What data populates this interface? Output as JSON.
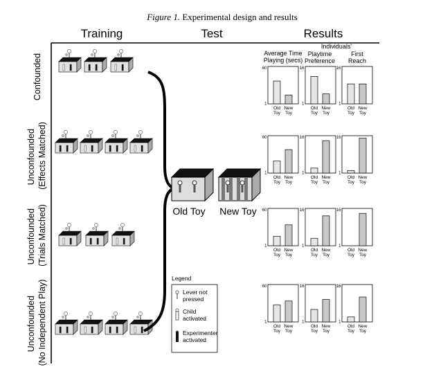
{
  "caption": {
    "prefix": "Figure 1.",
    "text": " Experimental design and results"
  },
  "columns": {
    "training": "Training",
    "test": "Test",
    "results": "Results"
  },
  "row_labels": [
    {
      "lines": [
        "Confounded"
      ]
    },
    {
      "lines": [
        "Unconfounded",
        "(Effects Matched)"
      ]
    },
    {
      "lines": [
        "Unconfounded",
        "(Trials Matched)"
      ]
    },
    {
      "lines": [
        "Unconfounded",
        "(No Independent Play)"
      ]
    }
  ],
  "result_headers": {
    "time": [
      "Average Time",
      "Playing (secs)"
    ],
    "top": "Individuals'",
    "pref": [
      "Playtime",
      "Preference"
    ],
    "reach": [
      "First",
      "Reach"
    ]
  },
  "test_toys": {
    "old": "Old Toy",
    "new": "New Toy"
  },
  "legend": {
    "title": "Legend",
    "items": [
      {
        "lines": [
          "Lever not",
          "pressed"
        ]
      },
      {
        "lines": [
          "Child",
          "activated"
        ]
      },
      {
        "lines": [
          "Experimenter",
          "activated"
        ]
      }
    ]
  },
  "chart_data": [
    {
      "type": "bar",
      "panel": "Confounded - Average Time Playing (secs)",
      "categories": [
        "Old Toy",
        "New Toy"
      ],
      "values": [
        37,
        15
      ],
      "ylim": [
        1,
        60
      ],
      "yticks": [
        "60",
        "1"
      ]
    },
    {
      "type": "bar",
      "panel": "Confounded - Playtime Preference",
      "categories": [
        "Old Toy",
        "New Toy"
      ],
      "values": [
        12,
        5
      ],
      "ylim": [
        1,
        16
      ],
      "yticks": [
        "16",
        "1"
      ]
    },
    {
      "type": "bar",
      "panel": "Confounded - First Reach",
      "categories": [
        "Old Toy",
        "New Toy"
      ],
      "values": [
        9,
        9
      ],
      "ylim": [
        1,
        16
      ],
      "yticks": [
        "16",
        "1"
      ]
    },
    {
      "type": "bar",
      "panel": "Effects Matched - Average Time Playing (secs)",
      "categories": [
        "Old Toy",
        "New Toy"
      ],
      "values": [
        20,
        38
      ],
      "ylim": [
        1,
        60
      ],
      "yticks": [
        "60",
        "1"
      ]
    },
    {
      "type": "bar",
      "panel": "Effects Matched - Playtime Preference",
      "categories": [
        "Old Toy",
        "New Toy"
      ],
      "values": [
        3,
        14
      ],
      "ylim": [
        1,
        16
      ],
      "yticks": [
        "16",
        "1"
      ]
    },
    {
      "type": "bar",
      "panel": "Effects Matched - First Reach",
      "categories": [
        "Old Toy",
        "New Toy"
      ],
      "values": [
        2,
        15
      ],
      "ylim": [
        1,
        16
      ],
      "yticks": [
        "16",
        "1"
      ]
    },
    {
      "type": "bar",
      "panel": "Trials Matched - Average Time Playing (secs)",
      "categories": [
        "Old Toy",
        "New Toy"
      ],
      "values": [
        16,
        34
      ],
      "ylim": [
        1,
        60
      ],
      "yticks": [
        "60",
        "1"
      ]
    },
    {
      "type": "bar",
      "panel": "Trials Matched - Playtime Preference",
      "categories": [
        "Old Toy",
        "New Toy"
      ],
      "values": [
        4,
        13
      ],
      "ylim": [
        1,
        16
      ],
      "yticks": [
        "16",
        "1"
      ]
    },
    {
      "type": "bar",
      "panel": "Trials Matched - First Reach",
      "categories": [
        "Old Toy",
        "New Toy"
      ],
      "values": [
        1,
        14
      ],
      "ylim": [
        1,
        16
      ],
      "yticks": [
        "16",
        "1"
      ]
    },
    {
      "type": "bar",
      "panel": "No Independent Play - Average Time Playing (secs)",
      "categories": [
        "Old Toy",
        "New Toy"
      ],
      "values": [
        28,
        34
      ],
      "ylim": [
        1,
        60
      ],
      "yticks": [
        "60",
        "1"
      ]
    },
    {
      "type": "bar",
      "panel": "No Independent Play - Playtime Preference",
      "categories": [
        "Old Toy",
        "New Toy"
      ],
      "values": [
        6,
        10
      ],
      "ylim": [
        1,
        16
      ],
      "yticks": [
        "16",
        "1"
      ]
    },
    {
      "type": "bar",
      "panel": "No Independent Play - First Reach",
      "categories": [
        "Old Toy",
        "New Toy"
      ],
      "values": [
        3,
        11
      ],
      "ylim": [
        1,
        16
      ],
      "yticks": [
        "16",
        "1"
      ]
    }
  ]
}
